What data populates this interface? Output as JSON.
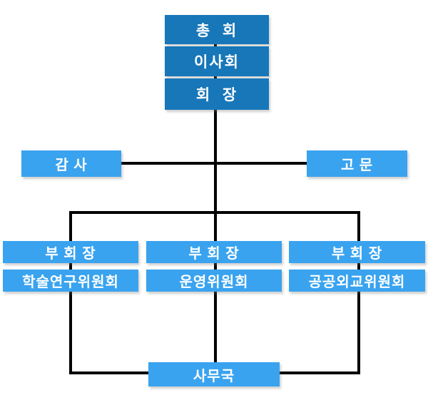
{
  "org": {
    "assembly": "총  회",
    "board": "이사회",
    "president": "회  장",
    "auditor": "감 사",
    "advisor": "고 문",
    "vp1": "부 회 장",
    "vp2": "부 회 장",
    "vp3": "부 회 장",
    "committee1": "학술연구위원회",
    "committee2": "운영위원회",
    "committee3": "공공외교위원회",
    "secretariat": "사무국"
  },
  "edges": [
    {
      "from": "assembly",
      "to": "board"
    },
    {
      "from": "board",
      "to": "president"
    },
    {
      "from": "president",
      "to": "auditor"
    },
    {
      "from": "president",
      "to": "advisor"
    },
    {
      "from": "president",
      "to": "vp1"
    },
    {
      "from": "president",
      "to": "vp2"
    },
    {
      "from": "president",
      "to": "vp3"
    },
    {
      "from": "vp1",
      "to": "committee1"
    },
    {
      "from": "vp2",
      "to": "committee2"
    },
    {
      "from": "vp3",
      "to": "committee3"
    },
    {
      "from": "committee1",
      "to": "secretariat"
    },
    {
      "from": "committee2",
      "to": "secretariat"
    },
    {
      "from": "committee3",
      "to": "secretariat"
    }
  ],
  "colors": {
    "top_box_blue": "#1777b9",
    "box_blue": "#39a3ef",
    "connector": "#000000",
    "text": "#ffffff",
    "background": "#ffffff"
  }
}
